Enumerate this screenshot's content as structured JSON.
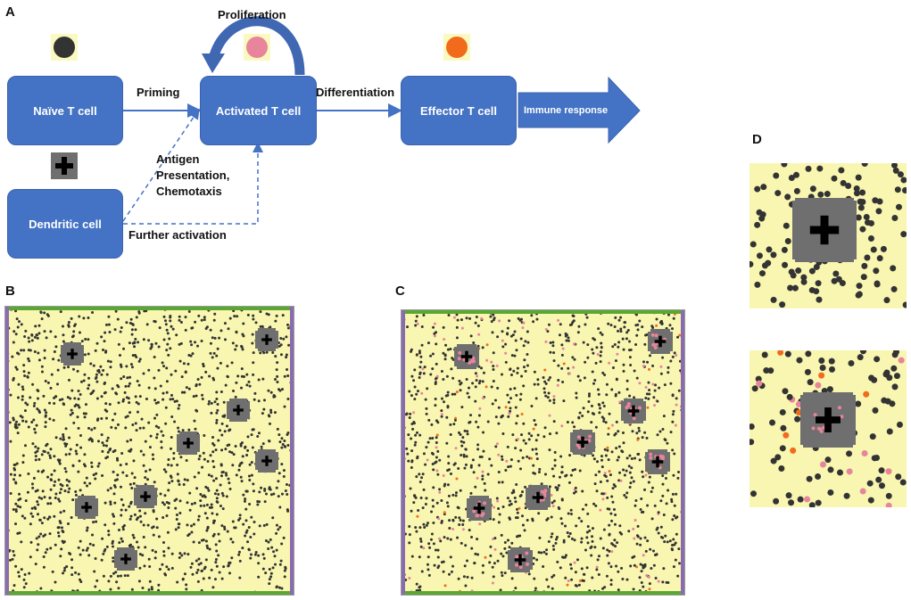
{
  "panel_labels": {
    "a": "A",
    "b": "B",
    "c": "C",
    "d": "D"
  },
  "diagram": {
    "nodes": {
      "naive": "Naïve T cell",
      "activated": "Activated T cell",
      "effector": "Effector T cell",
      "dendritic": "Dendritic cell"
    },
    "edges": {
      "priming": "Priming",
      "proliferation": "Proliferation",
      "differentiation": "Differentiation",
      "immune_response": "Immune response",
      "antigen_line1": "Antigen",
      "antigen_line2": "Presentation,",
      "antigen_line3": "Chemotaxis",
      "further_activation": "Further activation"
    },
    "legend": {
      "naive_color": "#333333",
      "activated_color": "#e8849c",
      "effector_color": "#f26b1d",
      "dendritic_color": "#6f6f6f",
      "legend_bg": "#fafac0"
    }
  },
  "colors": {
    "box_fill": "#4472c4",
    "arrow_blue": "#4472c4",
    "sim_background": "#f8f6b0",
    "border_green": "#5aa832",
    "border_purple": "#8a6bb0"
  }
}
